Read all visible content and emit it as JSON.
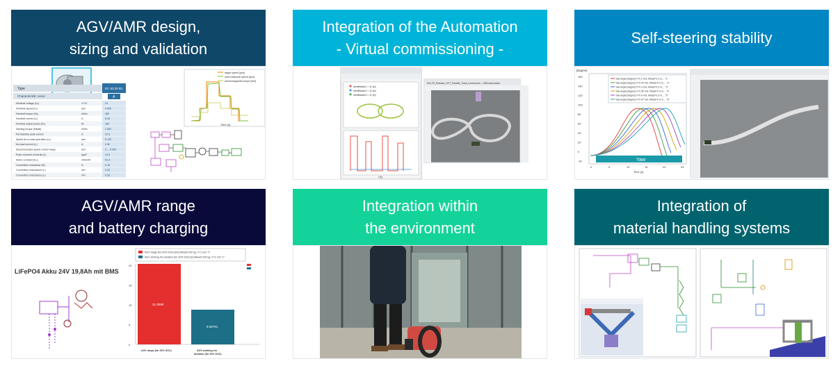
{
  "cards": [
    {
      "title_line1": "AGV/AMR design,",
      "title_line2": "sizing and validation",
      "header_color": "#0f4768",
      "image": {
        "table_header_left": "Type",
        "table_header_right": "EC 63.20 B1",
        "table_sub_left": "Characteristic curve",
        "table_sub_right": "A",
        "table_rows": [
          [
            "Nominal voltage (Uₙ)",
            "V DC",
            "24"
          ],
          [
            "Nominal speed (nₙ)",
            "rpm",
            "4 000"
          ],
          [
            "Nominal torque (Mₙ)",
            "mNm",
            "360"
          ],
          [
            "Nominal current (Iₙ)",
            "A",
            "8.43"
          ],
          [
            "Nominal output power (Pₙ)",
            "W",
            "160"
          ],
          [
            "Starting torque (Mstall)",
            "mNm",
            "1 600"
          ],
          [
            "Permissible peak current",
            "A",
            "20.5"
          ],
          [
            "Speed at no-load operation (n₀)",
            "rpm",
            "5 100"
          ],
          [
            "No-load current (I₀)",
            "A",
            "0.50"
          ],
          [
            "Recommended speed control range",
            "rpm",
            "0 ... 5 000"
          ],
          [
            "Rotor moment of inertia (J)",
            "kgm²",
            "14.5"
          ],
          [
            "Motor constant (Kₘ)",
            "mNm/W",
            "41.4"
          ],
          [
            "Connection resistance (Rᵢ)",
            "Ω",
            "0.16"
          ],
          [
            "Connection inductance (Lᵢ)",
            "mH",
            "0.33"
          ],
          [
            "Connection inductance (Lᵢ)",
            "mH",
            "0.33"
          ]
        ],
        "legend": [
          "target speed [rpm]",
          "rotor.rotational speed [rpm]",
          "electromagnetic torque [Nm]"
        ],
        "x_axis_label": "Time [s]"
      }
    },
    {
      "title_line1": "Integration of the Automation",
      "title_line2": "- Virtual commissioning -",
      "header_color": "#00b4d9",
      "image": {
        "sim_window_title": "Sim FS_Release_HYT_Parallel_Track_control.ssm – ISIM automation",
        "legend": [
          "Identifikator1 = 11 [m]",
          "Identifikator2 = 11 [m]",
          "Identifikator3 = 11 [m]"
        ],
        "x_axis_label": "t [s]"
      }
    },
    {
      "title_line1": "Self-steering stability",
      "title_line2": "",
      "header_color": "#0086c3",
      "image": {
        "y_unit": "[degree]",
        "legend": [
          "Yaw angle [degree] V=0.2 m/s, Mload=0.3 m,... \"1\"",
          "Yaw angle [degree] V=0.25 m/s, Mload=0.3 m,... \"2\"",
          "Yaw angle [degree] V=0.3 m/s, Mload=0.3 m,... \"3\"",
          "Yaw angle [degree] V=0.35 m/s, Mload=0.3 m,... \"4\"",
          "Yaw angle [degree] V=0.4 m/s, Mload=0.3 m,... \"5\"",
          "Yaw angle [degree] V=0.47 m/s, Mload=0.3 m,... \"6\""
        ],
        "banner": "Yaw",
        "x_axis_label": "Time [s]",
        "y_ticks": [
          "160",
          "140",
          "120",
          "100",
          "80",
          "60",
          "40",
          "20",
          "0",
          "-20"
        ],
        "x_ticks": [
          "0",
          "5",
          "10",
          "15",
          "20",
          "25"
        ]
      }
    },
    {
      "title_line1": "AGV/AMR range",
      "title_line2": "and battery charging",
      "header_color": "#0a0a3a",
      "image": {
        "battery_label": "LiFePO4 Akku 24V 19,8Ah mit BMS",
        "legend": [
          "AGV range (for 20% SOC) [km] Mload=100 kg, V=1 m/s \"1\"",
          "AGV working hrs duration (for 20% SOC) [h] Mload=100 kg, V=1 m/s \"1\""
        ],
        "bar1_value": "21.0068",
        "bar2_value": "8.68781",
        "bar1_label": "AGV range (for 20% SOC)",
        "bar2_label_line1": "AGV working hrs",
        "bar2_label_line2": "duration (for 20% SOC)",
        "y_ticks": [
          "20",
          "15",
          "10",
          "5",
          "0"
        ]
      }
    },
    {
      "title_line1": "Integration within",
      "title_line2": "the environment",
      "header_color": "#14d39a",
      "image": {}
    },
    {
      "title_line1": "Integration of",
      "title_line2": "material handling systems",
      "header_color": "#00636e",
      "image": {}
    }
  ]
}
